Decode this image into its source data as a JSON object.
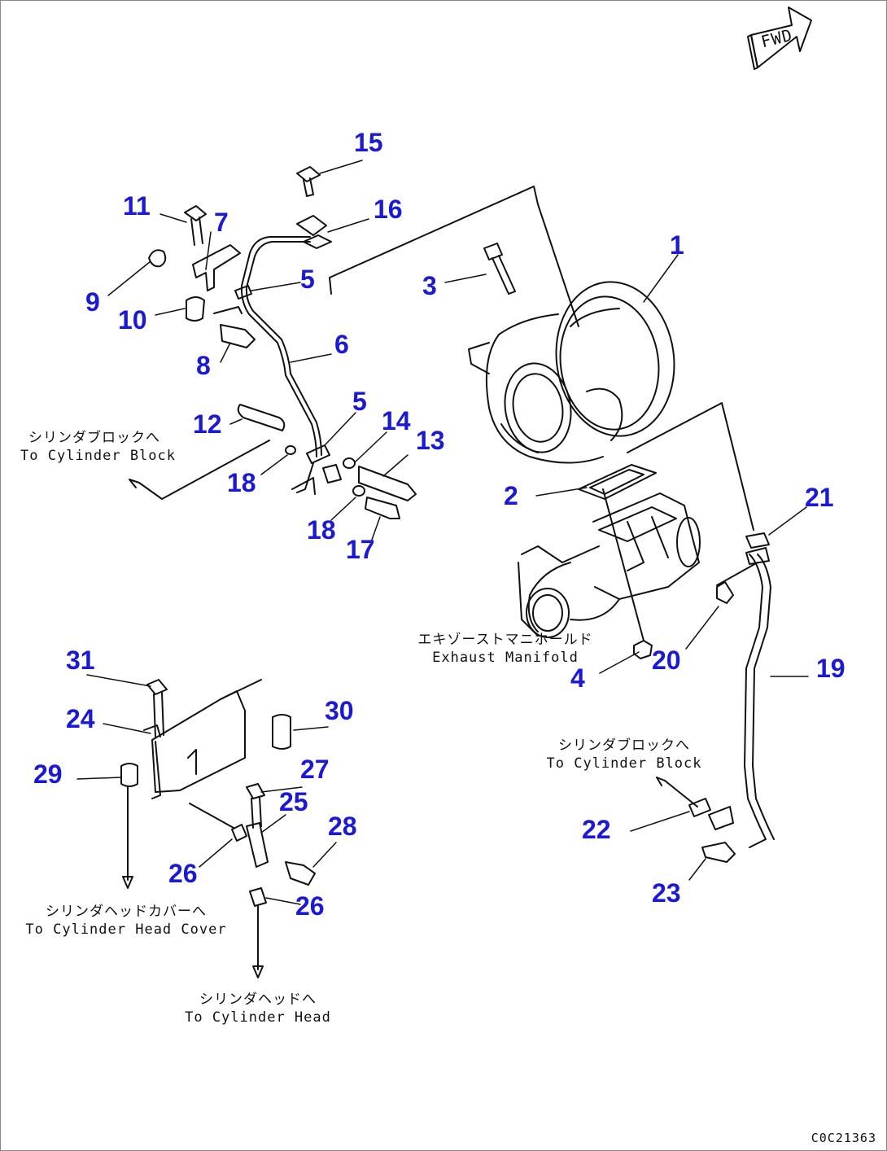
{
  "direction_mark": "FWD",
  "drawing_code": "C0C21363",
  "part_numbers": [
    "1",
    "2",
    "3",
    "4",
    "5",
    "5",
    "6",
    "7",
    "8",
    "9",
    "10",
    "11",
    "12",
    "13",
    "14",
    "15",
    "16",
    "17",
    "18",
    "18",
    "19",
    "20",
    "21",
    "22",
    "23",
    "24",
    "25",
    "26",
    "26",
    "27",
    "28",
    "29",
    "30",
    "31"
  ],
  "notes": {
    "to_cylinder_block_left": {
      "jp": "シリンダブロックへ",
      "en": "To Cylinder Block"
    },
    "to_cylinder_block_right": {
      "jp": "シリンダブロックへ",
      "en": "To Cylinder Block"
    },
    "exhaust_manifold": {
      "jp": "エキゾーストマニホールド",
      "en": "Exhaust Manifold"
    },
    "to_cylinder_head_cover": {
      "jp": "シリンダヘッドカバーへ",
      "en": "To Cylinder Head Cover"
    },
    "to_cylinder_head": {
      "jp": "シリンダヘッドへ",
      "en": "To Cylinder Head"
    }
  },
  "colors": {
    "callout": "#1a1ad6",
    "line": "#111111"
  }
}
